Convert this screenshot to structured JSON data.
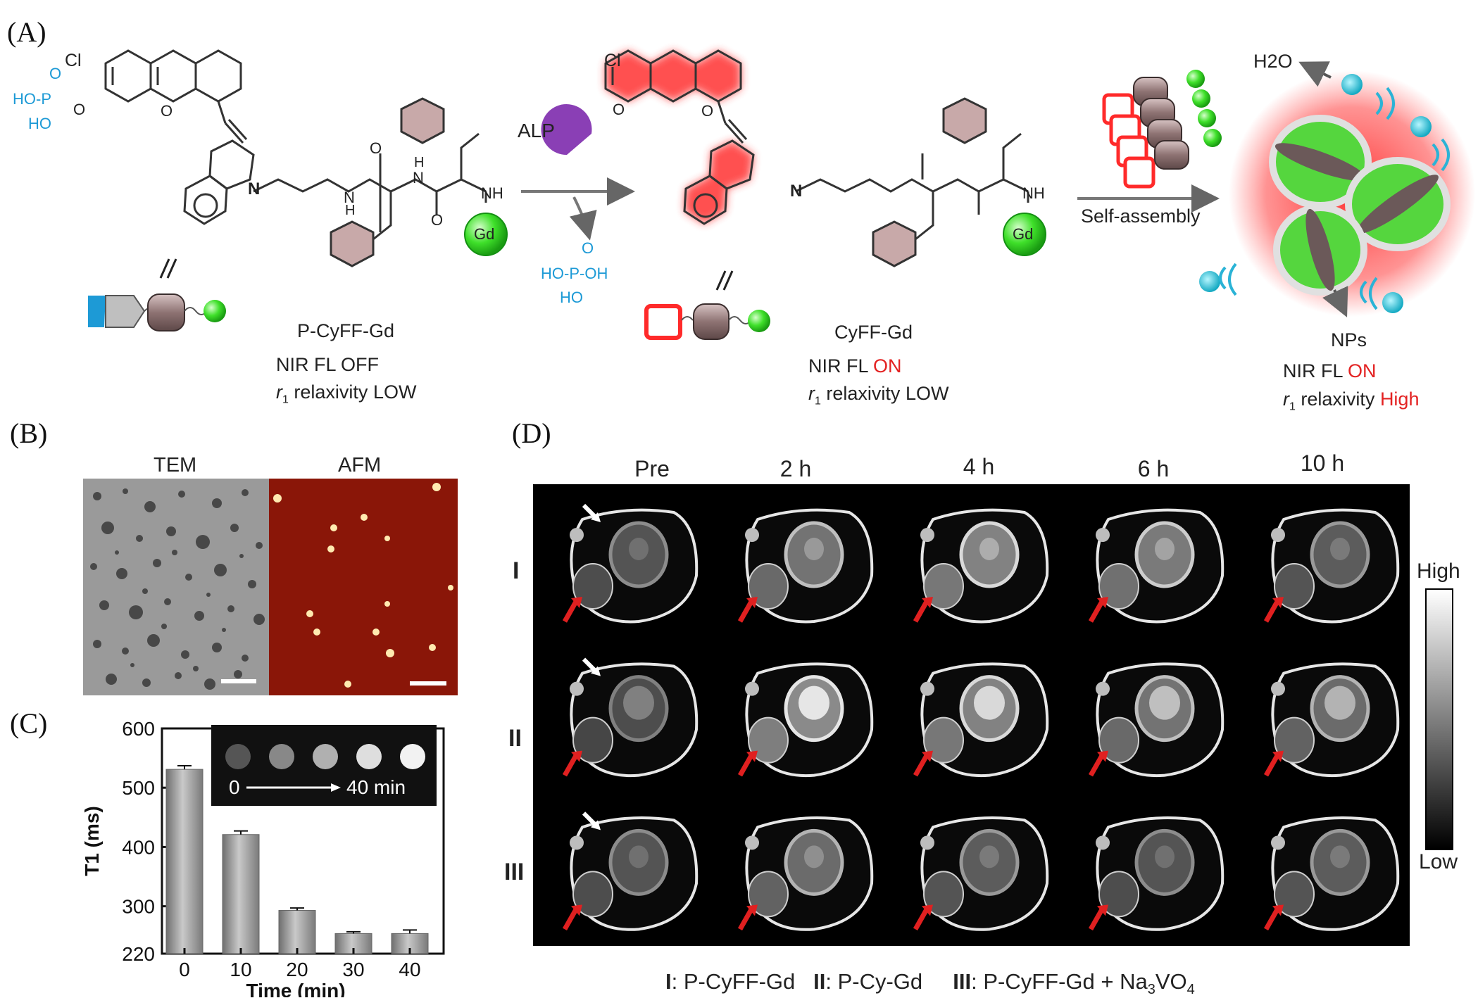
{
  "panels": {
    "A": "(A)",
    "B": "(B)",
    "C": "(C)",
    "D": "(D)"
  },
  "panelA": {
    "cl1": "Cl",
    "phosphate1": [
      "O",
      "HO-P",
      "HO",
      "O"
    ],
    "xanthene_o": "O",
    "n_plus": "N",
    "amide_o1": "O",
    "amide_h1": "N",
    "amide_h1b": "H",
    "amide_o2": "O",
    "amide_h2": "N",
    "amide_h2b": "H",
    "nh1": "NH",
    "gd1": "Gd",
    "alp": "ALP",
    "phosphate_free": [
      "O",
      "HO-P-OH",
      "HO"
    ],
    "cl2": "Cl",
    "ominus": "O",
    "xanthene_o2": "O",
    "n_plus2": "N",
    "nh2": "NH",
    "gd2": "Gd",
    "self_assembly": "Self-assembly",
    "h2o": "H2O",
    "compound1": {
      "name": "P-CyFF-Gd",
      "fl_prefix": "NIR FL",
      "fl_state": "OFF",
      "r1_prefix": "r",
      "r1_sub": "1",
      "r1_mid": " relaxivity ",
      "r1_state": "LOW"
    },
    "compound2": {
      "name": "CyFF-Gd",
      "fl_prefix": "NIR FL ",
      "fl_state": "ON",
      "r1_prefix": "r",
      "r1_sub": "1",
      "r1_mid": " relaxivity ",
      "r1_state": "LOW"
    },
    "compound3": {
      "name": "NPs",
      "fl_prefix": "NIR FL ",
      "fl_state": "ON",
      "r1_prefix": "r",
      "r1_sub": "1",
      "r1_mid": " relaxivity ",
      "r1_state": "High"
    },
    "colors": {
      "blue": "#1d9ad6",
      "red": "#e32222",
      "green": "#33dd22",
      "purple": "#8a3fb5",
      "brown": "#8b6e6e"
    }
  },
  "panelB": {
    "tem": "TEM",
    "afm": "AFM"
  },
  "chart_data": {
    "type": "bar",
    "title": "",
    "xlabel": "Time (min)",
    "ylabel": "T1 (ms)",
    "categories": [
      "0",
      "10",
      "20",
      "30",
      "40"
    ],
    "values": [
      531,
      421,
      293,
      254,
      254
    ],
    "errors": [
      6,
      6,
      4,
      3,
      6
    ],
    "ylim": [
      220,
      600
    ],
    "yticks": [
      "600",
      "500",
      "400",
      "300",
      "220"
    ],
    "inset": {
      "start": "0",
      "end": "40 min"
    }
  },
  "panelD": {
    "columns": [
      "Pre",
      "2 h",
      "4 h",
      "6 h",
      "10 h"
    ],
    "rows": [
      "I",
      "II",
      "III"
    ],
    "colorbar": {
      "high": "High",
      "low": "Low"
    },
    "legend": {
      "I_key": "I",
      "I_val": ": P-CyFF-Gd",
      "II_key": "II",
      "II_val": ": P-Cy-Gd",
      "III_key": "III",
      "III_val": ": P-CyFF-Gd + Na",
      "III_sub3": "3",
      "III_vo": "VO",
      "III_sub4": "4"
    }
  }
}
